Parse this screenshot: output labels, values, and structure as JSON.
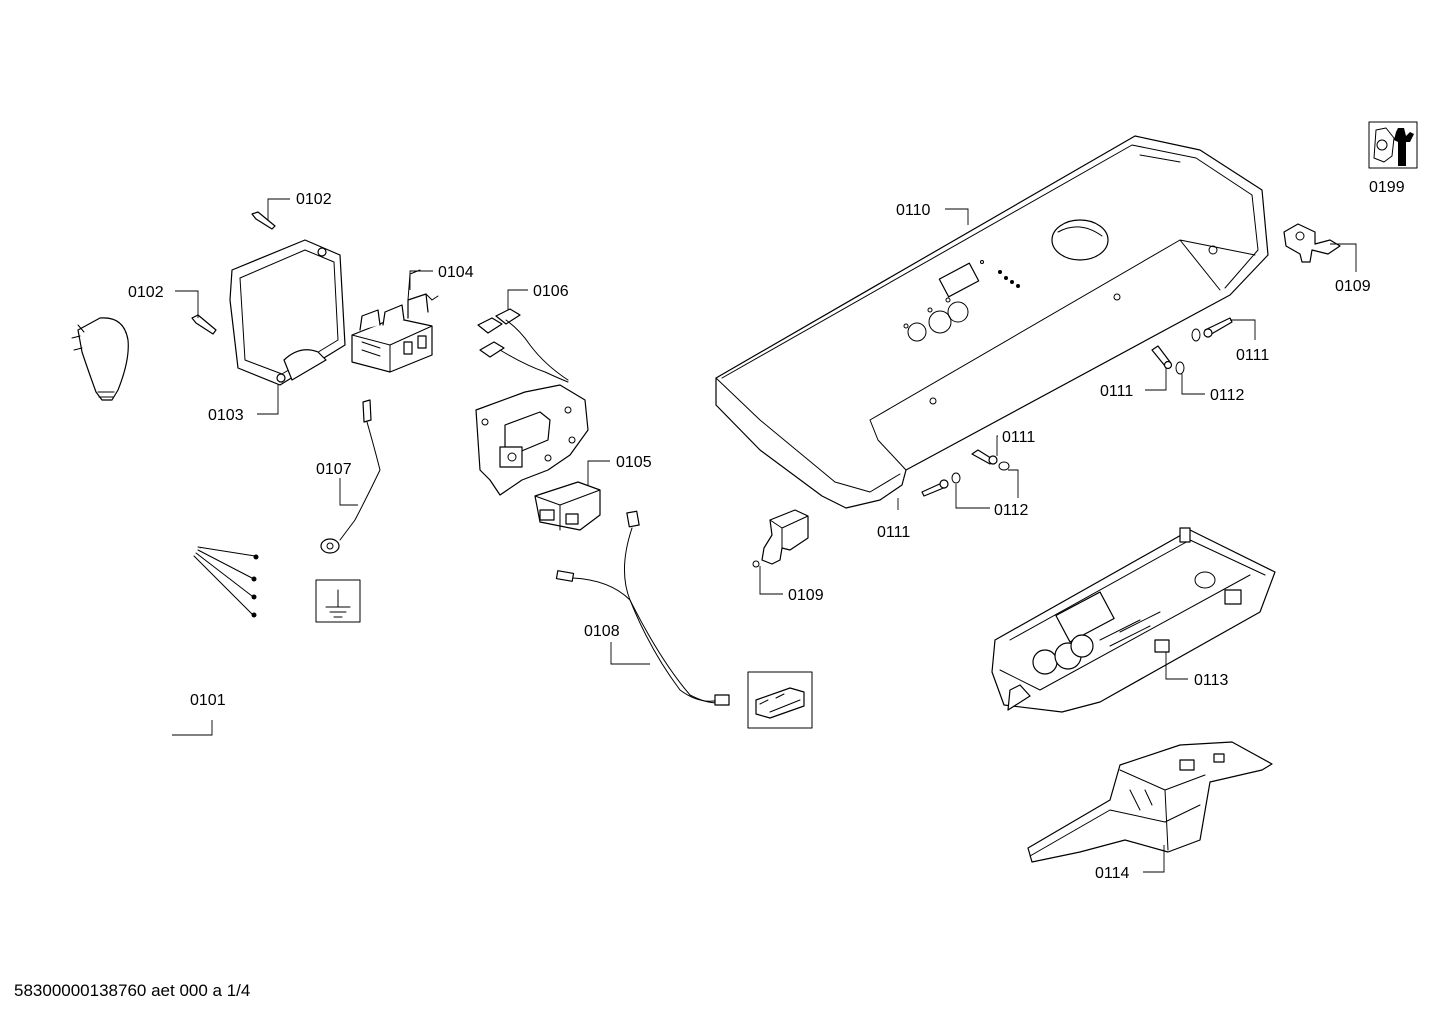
{
  "labels": {
    "p0101": "0101",
    "p0102a": "0102",
    "p0102b": "0102",
    "p0103": "0103",
    "p0104": "0104",
    "p0105": "0105",
    "p0106": "0106",
    "p0107": "0107",
    "p0108": "0108",
    "p0109a": "0109",
    "p0109b": "0109",
    "p0110": "0110",
    "p0111a": "0111",
    "p0111b": "0111",
    "p0111c": "0111",
    "p0111d": "0111",
    "p0112a": "0112",
    "p0112b": "0112",
    "p0113": "0113",
    "p0114": "0114",
    "p0199": "0199"
  },
  "footer": "58300000138760 aet 000 a 1/4",
  "icons": [
    "tool-set-icon",
    "ground-symbol-icon"
  ]
}
